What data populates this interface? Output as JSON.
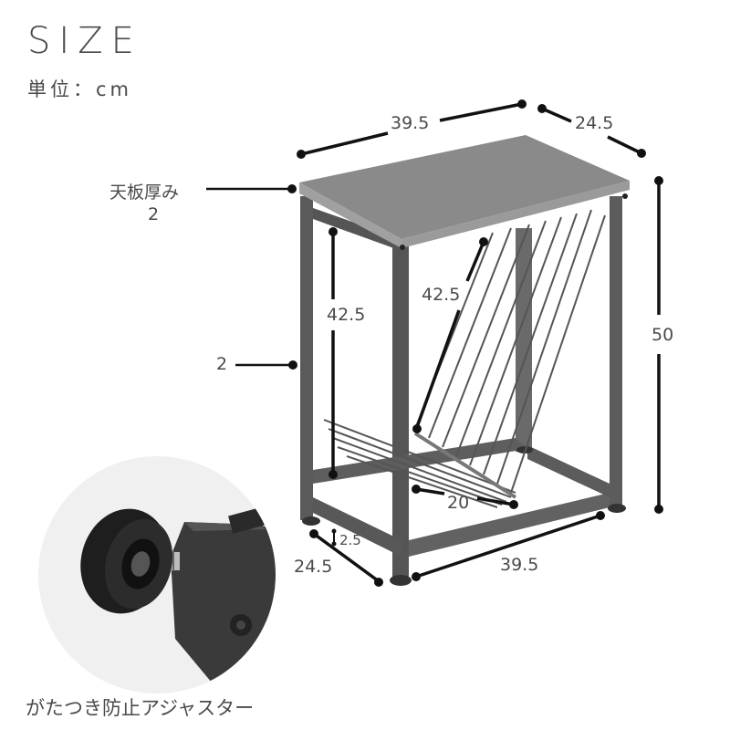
{
  "header": {
    "title": "SIZE",
    "unit": "単位：cm"
  },
  "dimensions": {
    "top_width": "39.5",
    "top_depth": "24.5",
    "top_thickness_label": "天板厚み",
    "top_thickness_value": "2",
    "frame_width": "2",
    "total_height": "50",
    "inner_height_left": "42.5",
    "rack_length": "42.5",
    "rack_depth": "20",
    "adjuster_height": "2.5",
    "bottom_depth": "24.5",
    "bottom_width": "39.5"
  },
  "detail": {
    "caption": "がたつき防止アジャスター"
  },
  "colors": {
    "text": "#4a4a4a",
    "dimension_line": "#111111",
    "tabletop": "#8a8a8a",
    "frame": "#5a5a5a",
    "bubble_bg": "#f0f0f0"
  }
}
